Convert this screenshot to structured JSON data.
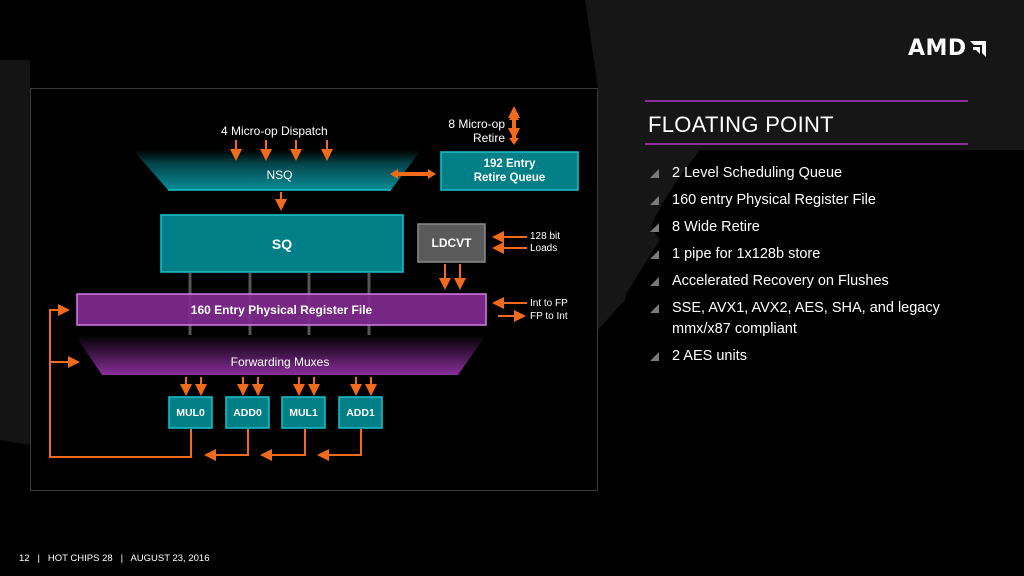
{
  "brand": {
    "logo_text": "AMD"
  },
  "slide": {
    "title": "FLOATING POINT",
    "bullets": [
      "2 Level Scheduling Queue",
      "160 entry Physical Register File",
      "8 Wide Retire",
      "1 pipe for 1x128b store",
      "Accelerated Recovery on Flushes",
      "SSE, AVX1, AVX2, AES, SHA, and legacy mmx/x87 compliant",
      "2 AES units"
    ]
  },
  "diagram": {
    "dispatch_label": "4 Micro-op Dispatch",
    "retire_label_line1": "8 Micro-op",
    "retire_label_line2": "Retire",
    "nsq": "NSQ",
    "retire_queue_line1": "192 Entry",
    "retire_queue_line2": "Retire Queue",
    "sq": "SQ",
    "ldcvt": "LDCVT",
    "loads_line1": "128 bit",
    "loads_line2": "Loads",
    "register_file": "160 Entry Physical Register File",
    "int_to_fp": "Int to FP",
    "fp_to_int": "FP to Int",
    "forwarding_muxes": "Forwarding Muxes",
    "units": [
      "MUL0",
      "ADD0",
      "MUL1",
      "ADD1"
    ]
  },
  "colors": {
    "teal": "#007f87",
    "teal_border": "#19c3cf",
    "purple": "#7f2a8e",
    "purple_border": "#d67be6",
    "orange": "#f26a1b",
    "gray_box": "#5a5a5a",
    "rule": "#8a2e9a"
  },
  "footer": {
    "page": "12",
    "event": "HOT CHIPS 28",
    "date": "AUGUST 23, 2016"
  }
}
